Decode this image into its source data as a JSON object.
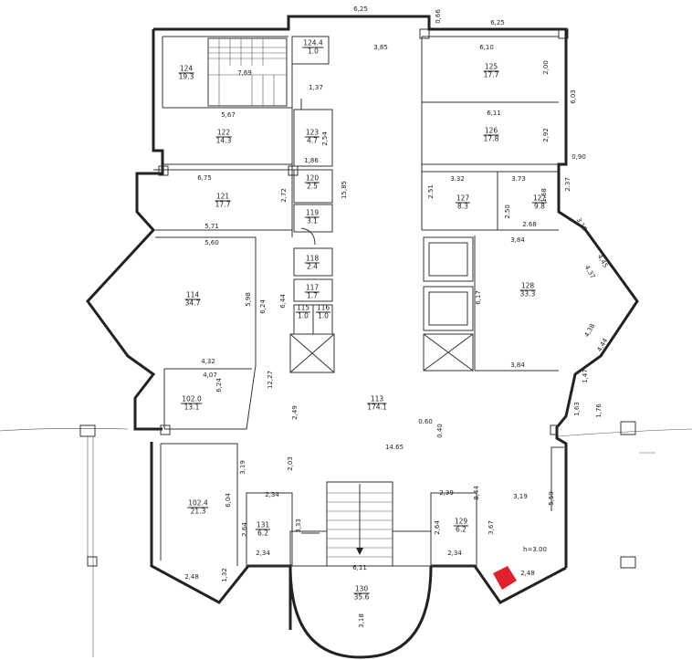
{
  "rooms": {
    "r124": {
      "no": "124",
      "area": "19.3"
    },
    "r124a": {
      "no": "124.4",
      "area": "1.0"
    },
    "r122": {
      "no": "122",
      "area": "14.3"
    },
    "r123": {
      "no": "123",
      "area": "4.7"
    },
    "r120": {
      "no": "120",
      "area": "2.5"
    },
    "r121": {
      "no": "121",
      "area": "17.7"
    },
    "r119": {
      "no": "119",
      "area": "3.1"
    },
    "r118": {
      "no": "118",
      "area": "2.4"
    },
    "r117": {
      "no": "117",
      "area": "1.7"
    },
    "r115": {
      "no": "115",
      "area": "1.0"
    },
    "r116": {
      "no": "116",
      "area": "1.0"
    },
    "r114": {
      "no": "114",
      "area": "34.7"
    },
    "r102b": {
      "no": "102.0",
      "area": "13.1"
    },
    "r102a": {
      "no": "102.4",
      "area": "21.3"
    },
    "r113": {
      "no": "113",
      "area": "174.1"
    },
    "r131": {
      "no": "131",
      "area": "6.2"
    },
    "r130": {
      "no": "130",
      "area": "35.6"
    },
    "r129": {
      "no": "129",
      "area": "6.2"
    },
    "r125": {
      "no": "125",
      "area": "17.7"
    },
    "r126": {
      "no": "126",
      "area": "17.8"
    },
    "r127a": {
      "no": "127",
      "area": "8.3"
    },
    "r127b": {
      "no": "127",
      "area": "9.8"
    },
    "r128": {
      "no": "128",
      "area": "33.3"
    }
  },
  "dims": {
    "d625a": "6,25",
    "d066": "0,66",
    "d625b": "6,25",
    "d385": "3,85",
    "d610": "6,10",
    "d200": "2,00",
    "d603": "6,03",
    "d611": "6,11",
    "d292": "2,92",
    "d090": "0,90",
    "d769": "7,69",
    "d137": "1,37",
    "d567": "5,67",
    "d254": "2,54",
    "d186": "1,86",
    "d675": "6,75",
    "d272": "2,72",
    "d1585": "15,85",
    "d571": "5,71",
    "d560": "5,60",
    "d598": "5,98",
    "d624a": "6,24",
    "d644": "6,44",
    "d432": "4,32",
    "d407": "4,07",
    "d624b": "6,24",
    "d1227": "12,27",
    "d249": "2,49",
    "d203": "2,03",
    "d319a": "3,19",
    "d604": "6,04",
    "d234a": "2,34",
    "d264a": "2,64",
    "d333": "3,33",
    "d234b": "2,34",
    "d248a": "2,48",
    "d132": "1,32",
    "d611b": "6,11",
    "d318": "3,18",
    "d239": "2,39",
    "d844": "8,44",
    "d264b": "2,64",
    "d367": "3,67",
    "d234c": "2,34",
    "d319b": "3,19",
    "d559": "5,59",
    "h300": "h=3.00",
    "d248b": "2,48",
    "d060": "0.60",
    "d040": "0.40",
    "d1465": "14.65",
    "d332": "3.32",
    "d373": "3.73",
    "d251": "2.51",
    "d250": "2.50",
    "d168": "1.68",
    "d237": "2.37",
    "d268": "2.68",
    "d384a": "3,84",
    "d319c": "3,19",
    "d445": "4,45",
    "d437": "4,37",
    "d617": "6,17",
    "d438": "4,38",
    "d444": "4,44",
    "d384b": "3,84",
    "d147": "1,47",
    "d163": "1,63",
    "d176": "1,76"
  },
  "colors": {
    "wall": "#222222",
    "marker": "#e0202a"
  }
}
